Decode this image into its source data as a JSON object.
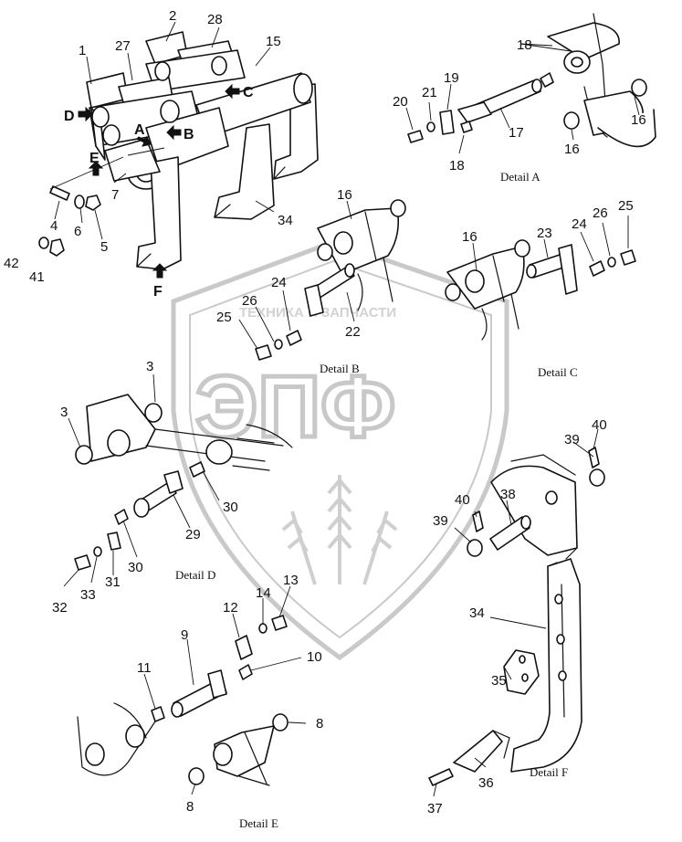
{
  "watermark": {
    "company_line": "ТЕХНИКА И ЗАПЧАСТИ",
    "logo_text": "ЭПФ"
  },
  "details": {
    "a": "Detail A",
    "b": "Detail B",
    "c": "Detail C",
    "d": "Detail D",
    "e": "Detail E",
    "f": "Detail F"
  },
  "view_markers": {
    "a": "A",
    "b": "B",
    "c": "C",
    "d": "D",
    "e": "E",
    "f": "F"
  },
  "callouts": {
    "n1": "1",
    "n2": "2",
    "n27": "27",
    "n28": "28",
    "n15": "15",
    "n7": "7",
    "n34": "34",
    "n4": "4",
    "n6": "6",
    "n5": "5",
    "n42": "42",
    "n41": "41",
    "a18a": "18",
    "a19": "19",
    "a20": "20",
    "a21": "21",
    "a17": "17",
    "a18b": "18",
    "a16a": "16",
    "a16b": "16",
    "b16": "16",
    "b24": "24",
    "b26": "26",
    "b25": "25",
    "b22": "22",
    "c16": "16",
    "c23": "23",
    "c24": "24",
    "c26": "26",
    "c25": "25",
    "d3a": "3",
    "d3b": "3",
    "d30a": "30",
    "d29": "29",
    "d30b": "30",
    "d31": "31",
    "d33": "33",
    "d32": "32",
    "e12": "12",
    "e14": "14",
    "e13": "13",
    "e9": "9",
    "e10": "10",
    "e11": "11",
    "e8a": "8",
    "e8b": "8",
    "f39a": "39",
    "f40a": "40",
    "f38": "38",
    "f40b": "40",
    "f39b": "39",
    "f34": "34",
    "f35": "35",
    "f36": "36",
    "f37": "37"
  }
}
